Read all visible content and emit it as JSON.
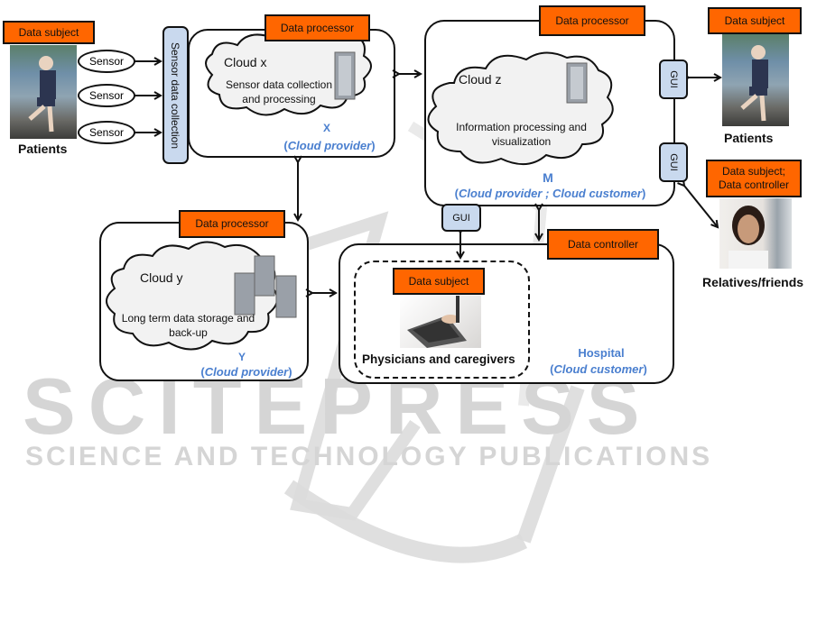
{
  "roles": {
    "data_subject": "Data subject",
    "data_processor": "Data processor",
    "data_controller": "Data controller",
    "data_subject_controller": [
      "Data subject;",
      "Data controller"
    ]
  },
  "patients_left": {
    "label": "Patients"
  },
  "sensors": [
    "Sensor",
    "Sensor",
    "Sensor"
  ],
  "sensor_bar": {
    "label": "Sensor data collection"
  },
  "cloud_x": {
    "title": "Cloud x",
    "description": [
      "Sensor data collection",
      "and processing"
    ],
    "letter": "X",
    "role": "Cloud provider"
  },
  "cloud_z": {
    "title": "Cloud z",
    "description": [
      "Information processing and",
      "visualization"
    ],
    "letter": "M",
    "role": "Cloud provider ; Cloud customer"
  },
  "cloud_y": {
    "title": "Cloud y",
    "description": [
      "Long term data storage and",
      "back-up"
    ],
    "letter": "Y",
    "role": "Cloud provider"
  },
  "hospital": {
    "name": "Hospital",
    "role": "Cloud customer",
    "inner_group": "Physicians and caregivers"
  },
  "patients_right": {
    "label": "Patients"
  },
  "relatives": {
    "label": "Relatives/friends"
  },
  "gui": {
    "label": "GUI"
  },
  "watermark": {
    "line1": "SCITEPRESS",
    "line2": "SCIENCE AND TECHNOLOGY PUBLICATIONS"
  },
  "colors": {
    "role_fill": "#ff6600",
    "gui_fill": "#c9d9ee",
    "blue_text": "#4a7fcf",
    "cloud_fill": "#f2f2f2"
  }
}
